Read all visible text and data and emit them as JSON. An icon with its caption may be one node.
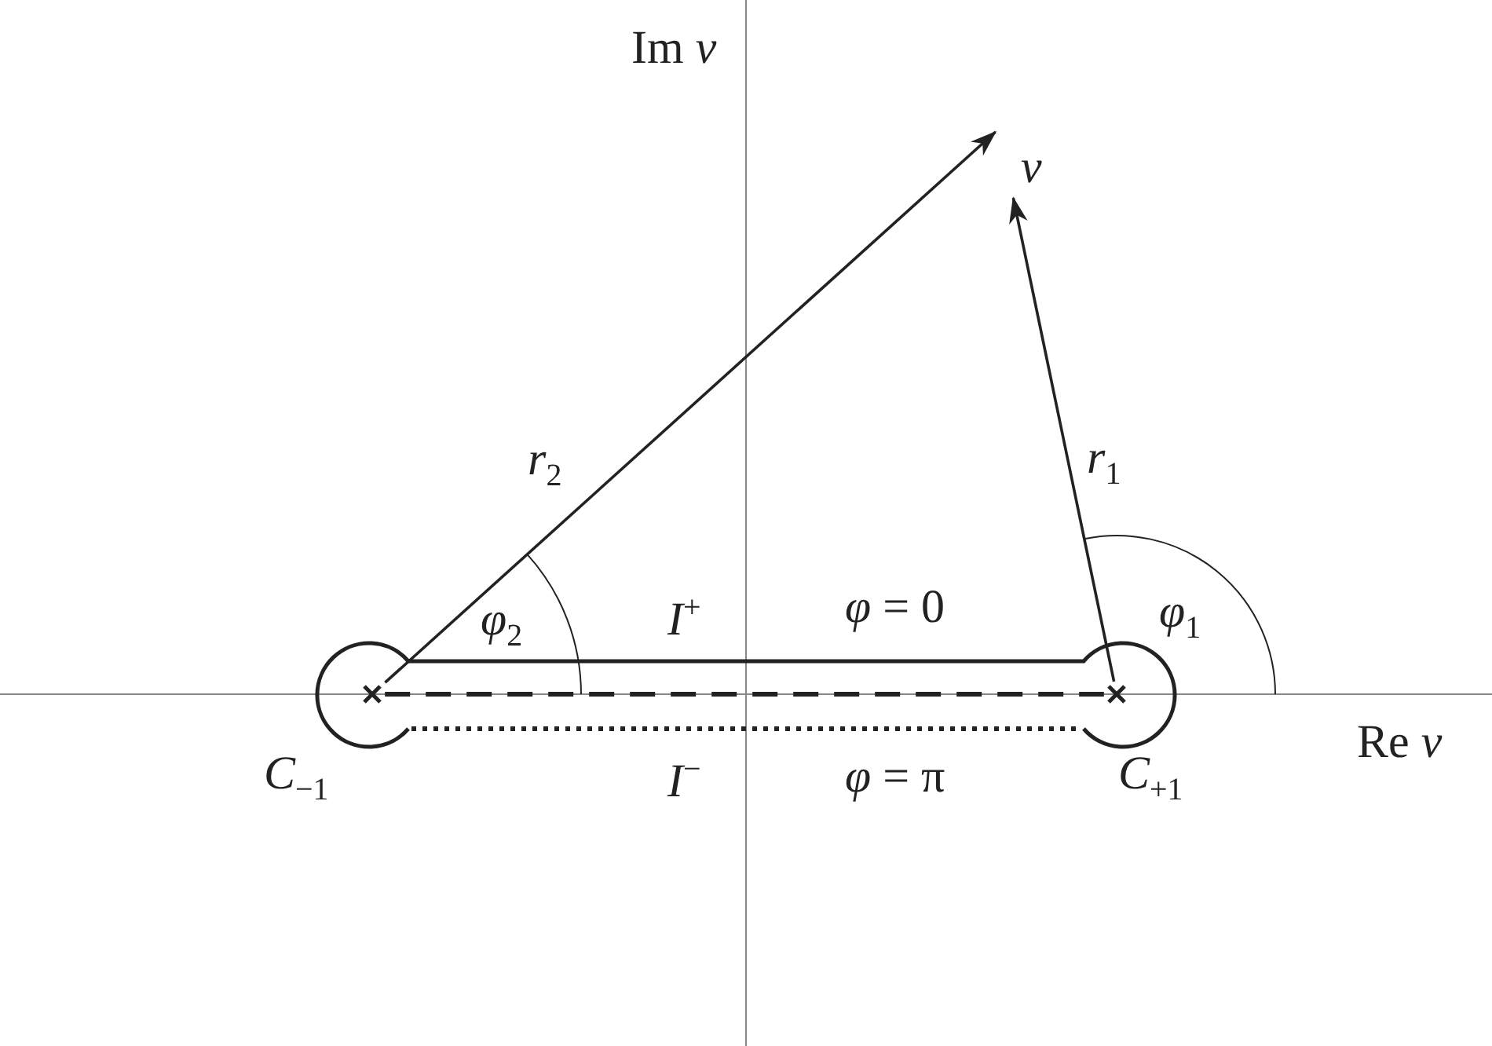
{
  "diagram": {
    "nodes": [
      {
        "text": [],
        "shape": "cross"
      },
      {
        "text": [],
        "shape": "cross"
      },
      {
        "text": [
          "v"
        ]
      }
    ],
    "edges": [
      {
        "from": 0,
        "to": 2,
        "arrow": "to",
        "label": "*r*$_{2}$"
      },
      {
        "from": 1,
        "to": 2,
        "arrow": "to",
        "label": "*r*$_{1}$"
      },
      {
        "from": 0,
        "to": 1,
        "arrow": "none",
        "style": "dashed"
      }
    ],
    "labels": [
      "Im *v*",
      "*φ*$_{2}$",
      "*I*$^{+}$",
      "*φ* = 0",
      "*φ*$_{1}$",
      "Re *v*",
      "*C*$_{−1}$",
      "*I*$^{−}$",
      "*φ* = π",
      "*C*$_{+1}$"
    ]
  }
}
